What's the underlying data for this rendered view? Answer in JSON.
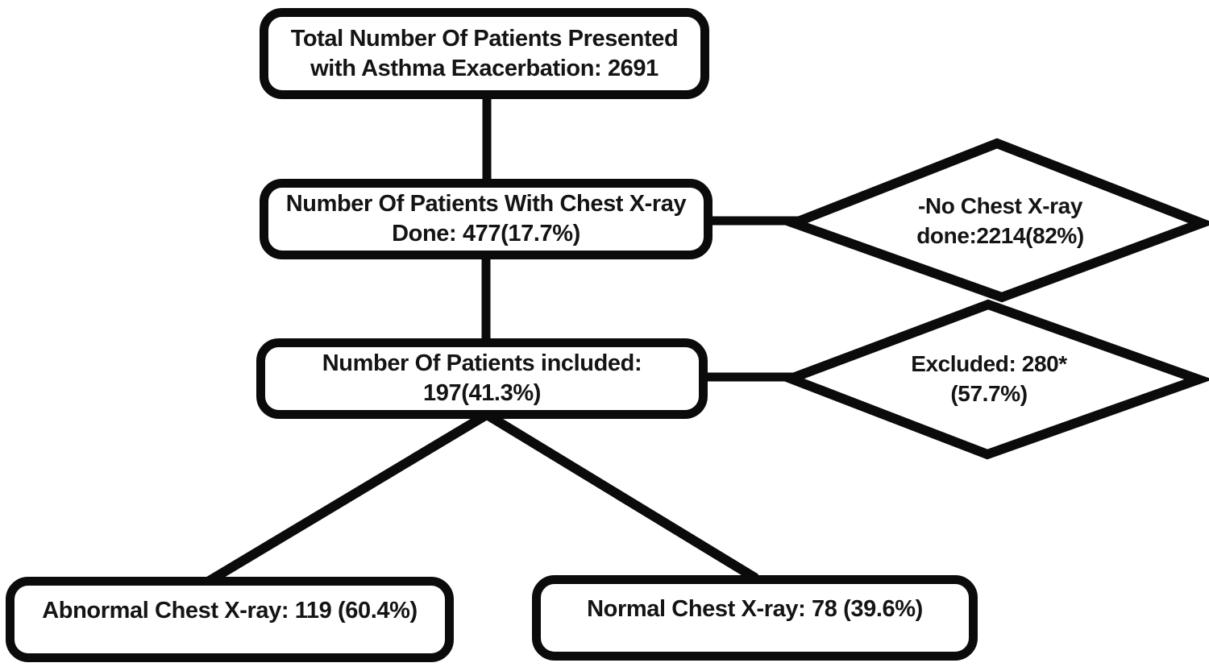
{
  "diagram": {
    "type": "patient-flowchart",
    "colors": {
      "ink": "#0b0b0b",
      "background": "#ffffff"
    },
    "nodes": {
      "total": {
        "line1": "Total Number Of Patients Presented",
        "line2": "with Asthma Exacerbation: 2691"
      },
      "cxr_done": {
        "line1": "Number Of Patients With Chest X-ray",
        "line2": "Done: 477(17.7%)"
      },
      "included": {
        "line1": "Number Of Patients included:",
        "line2": "197(41.3%)"
      },
      "no_cxr": {
        "line1": "-No Chest X-ray",
        "line2": "done:2214(82%)"
      },
      "excluded": {
        "line1": "Excluded: 280*",
        "line2": "(57.7%)"
      },
      "abnormal": {
        "line1": "Abnormal Chest X-ray: 119 (60.4%)"
      },
      "normal": {
        "line1": "Normal Chest X-ray: 78 (39.6%)"
      }
    },
    "edges": [
      {
        "from": "total",
        "to": "cxr_done"
      },
      {
        "from": "cxr_done",
        "to": "no_cxr"
      },
      {
        "from": "cxr_done",
        "to": "included"
      },
      {
        "from": "included",
        "to": "excluded"
      },
      {
        "from": "included",
        "to": "abnormal"
      },
      {
        "from": "included",
        "to": "normal"
      }
    ]
  }
}
